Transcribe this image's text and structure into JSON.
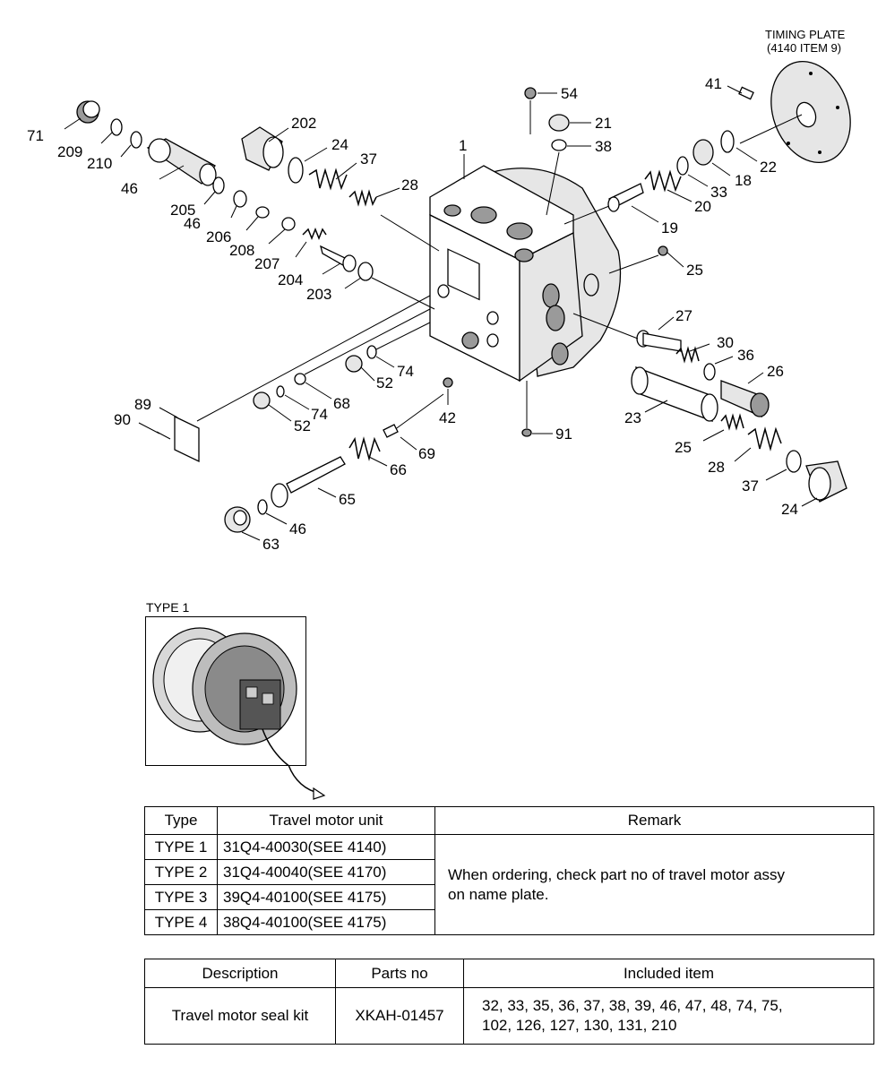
{
  "diagram": {
    "timing_plate_label_line1": "TIMING PLATE",
    "timing_plate_label_line2": "(4140 ITEM 9)",
    "callouts": [
      {
        "key": "c1",
        "text": "1"
      },
      {
        "key": "c54",
        "text": "54"
      },
      {
        "key": "c21",
        "text": "21"
      },
      {
        "key": "c38",
        "text": "38"
      },
      {
        "key": "c41",
        "text": "41"
      },
      {
        "key": "c22",
        "text": "22"
      },
      {
        "key": "c18",
        "text": "18"
      },
      {
        "key": "c33",
        "text": "33"
      },
      {
        "key": "c20",
        "text": "20"
      },
      {
        "key": "c19",
        "text": "19"
      },
      {
        "key": "c71",
        "text": "71"
      },
      {
        "key": "c209",
        "text": "209"
      },
      {
        "key": "c210",
        "text": "210"
      },
      {
        "key": "c46a",
        "text": "46"
      },
      {
        "key": "c205",
        "text": "205"
      },
      {
        "key": "c46b",
        "text": "46"
      },
      {
        "key": "c206",
        "text": "206"
      },
      {
        "key": "c208",
        "text": "208"
      },
      {
        "key": "c207",
        "text": "207"
      },
      {
        "key": "c204",
        "text": "204"
      },
      {
        "key": "c203",
        "text": "203"
      },
      {
        "key": "c202",
        "text": "202"
      },
      {
        "key": "c24a",
        "text": "24"
      },
      {
        "key": "c37a",
        "text": "37"
      },
      {
        "key": "c28a",
        "text": "28"
      },
      {
        "key": "c25a",
        "text": "25"
      },
      {
        "key": "c27",
        "text": "27"
      },
      {
        "key": "c30",
        "text": "30"
      },
      {
        "key": "c36",
        "text": "36"
      },
      {
        "key": "c26",
        "text": "26"
      },
      {
        "key": "c23",
        "text": "23"
      },
      {
        "key": "c25b",
        "text": "25"
      },
      {
        "key": "c28b",
        "text": "28"
      },
      {
        "key": "c37b",
        "text": "37"
      },
      {
        "key": "c24b",
        "text": "24"
      },
      {
        "key": "c91",
        "text": "91"
      },
      {
        "key": "c42",
        "text": "42"
      },
      {
        "key": "c52a",
        "text": "52"
      },
      {
        "key": "c74a",
        "text": "74"
      },
      {
        "key": "c68",
        "text": "68"
      },
      {
        "key": "c74b",
        "text": "74"
      },
      {
        "key": "c52b",
        "text": "52"
      },
      {
        "key": "c89",
        "text": "89"
      },
      {
        "key": "c90",
        "text": "90"
      },
      {
        "key": "c69",
        "text": "69"
      },
      {
        "key": "c66",
        "text": "66"
      },
      {
        "key": "c65",
        "text": "65"
      },
      {
        "key": "c46c",
        "text": "46"
      },
      {
        "key": "c63",
        "text": "63"
      }
    ]
  },
  "type_figure": {
    "caption": "TYPE 1"
  },
  "type_table": {
    "headers": {
      "type": "Type",
      "unit": "Travel motor unit",
      "remark": "Remark"
    },
    "rows": [
      {
        "type": "TYPE 1",
        "unit": "31Q4-40030(SEE 4140)"
      },
      {
        "type": "TYPE 2",
        "unit": "31Q4-40040(SEE 4170)"
      },
      {
        "type": "TYPE 3",
        "unit": "39Q4-40100(SEE 4175)"
      },
      {
        "type": "TYPE 4",
        "unit": "38Q4-40100(SEE 4175)"
      }
    ],
    "remark_line1": "When ordering, check part no of travel motor assy",
    "remark_line2": "on name plate."
  },
  "kit_table": {
    "headers": {
      "description": "Description",
      "parts_no": "Parts no",
      "included": "Included item"
    },
    "row": {
      "description": "Travel motor seal kit",
      "parts_no": "XKAH-01457",
      "included_line1": "32, 33, 35, 36, 37, 38, 39, 46, 47, 48, 74, 75,",
      "included_line2": "102, 126, 127, 130, 131, 210"
    }
  }
}
